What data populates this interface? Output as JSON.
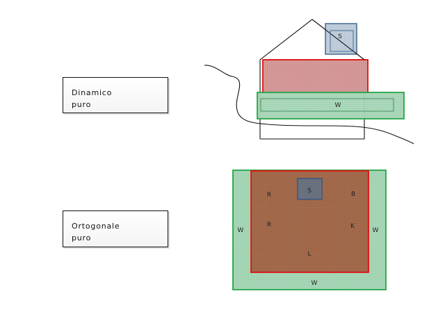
{
  "dinamico": {
    "line1": "Dinamico",
    "line2": "puro",
    "labels": {
      "s": "S",
      "w": "W"
    }
  },
  "ortogonale": {
    "line1": "Ortogonale",
    "line2": "puro",
    "labels": {
      "s": "S",
      "r_top": "R",
      "r_mid": "R",
      "b": "B",
      "k": "K",
      "l": "L",
      "w_left": "W",
      "w_right": "W",
      "w_bottom": "W"
    }
  },
  "colors": {
    "red_outline": "#e01010",
    "red_fill": "#d89a98",
    "green_outline": "#26a646",
    "green_fill": "#a6d6b6",
    "blue_outline": "#4c6f98",
    "blue_fill": "#b9c8d6",
    "brown_fill": "#a36a4c",
    "dark_square": "#666e78"
  }
}
